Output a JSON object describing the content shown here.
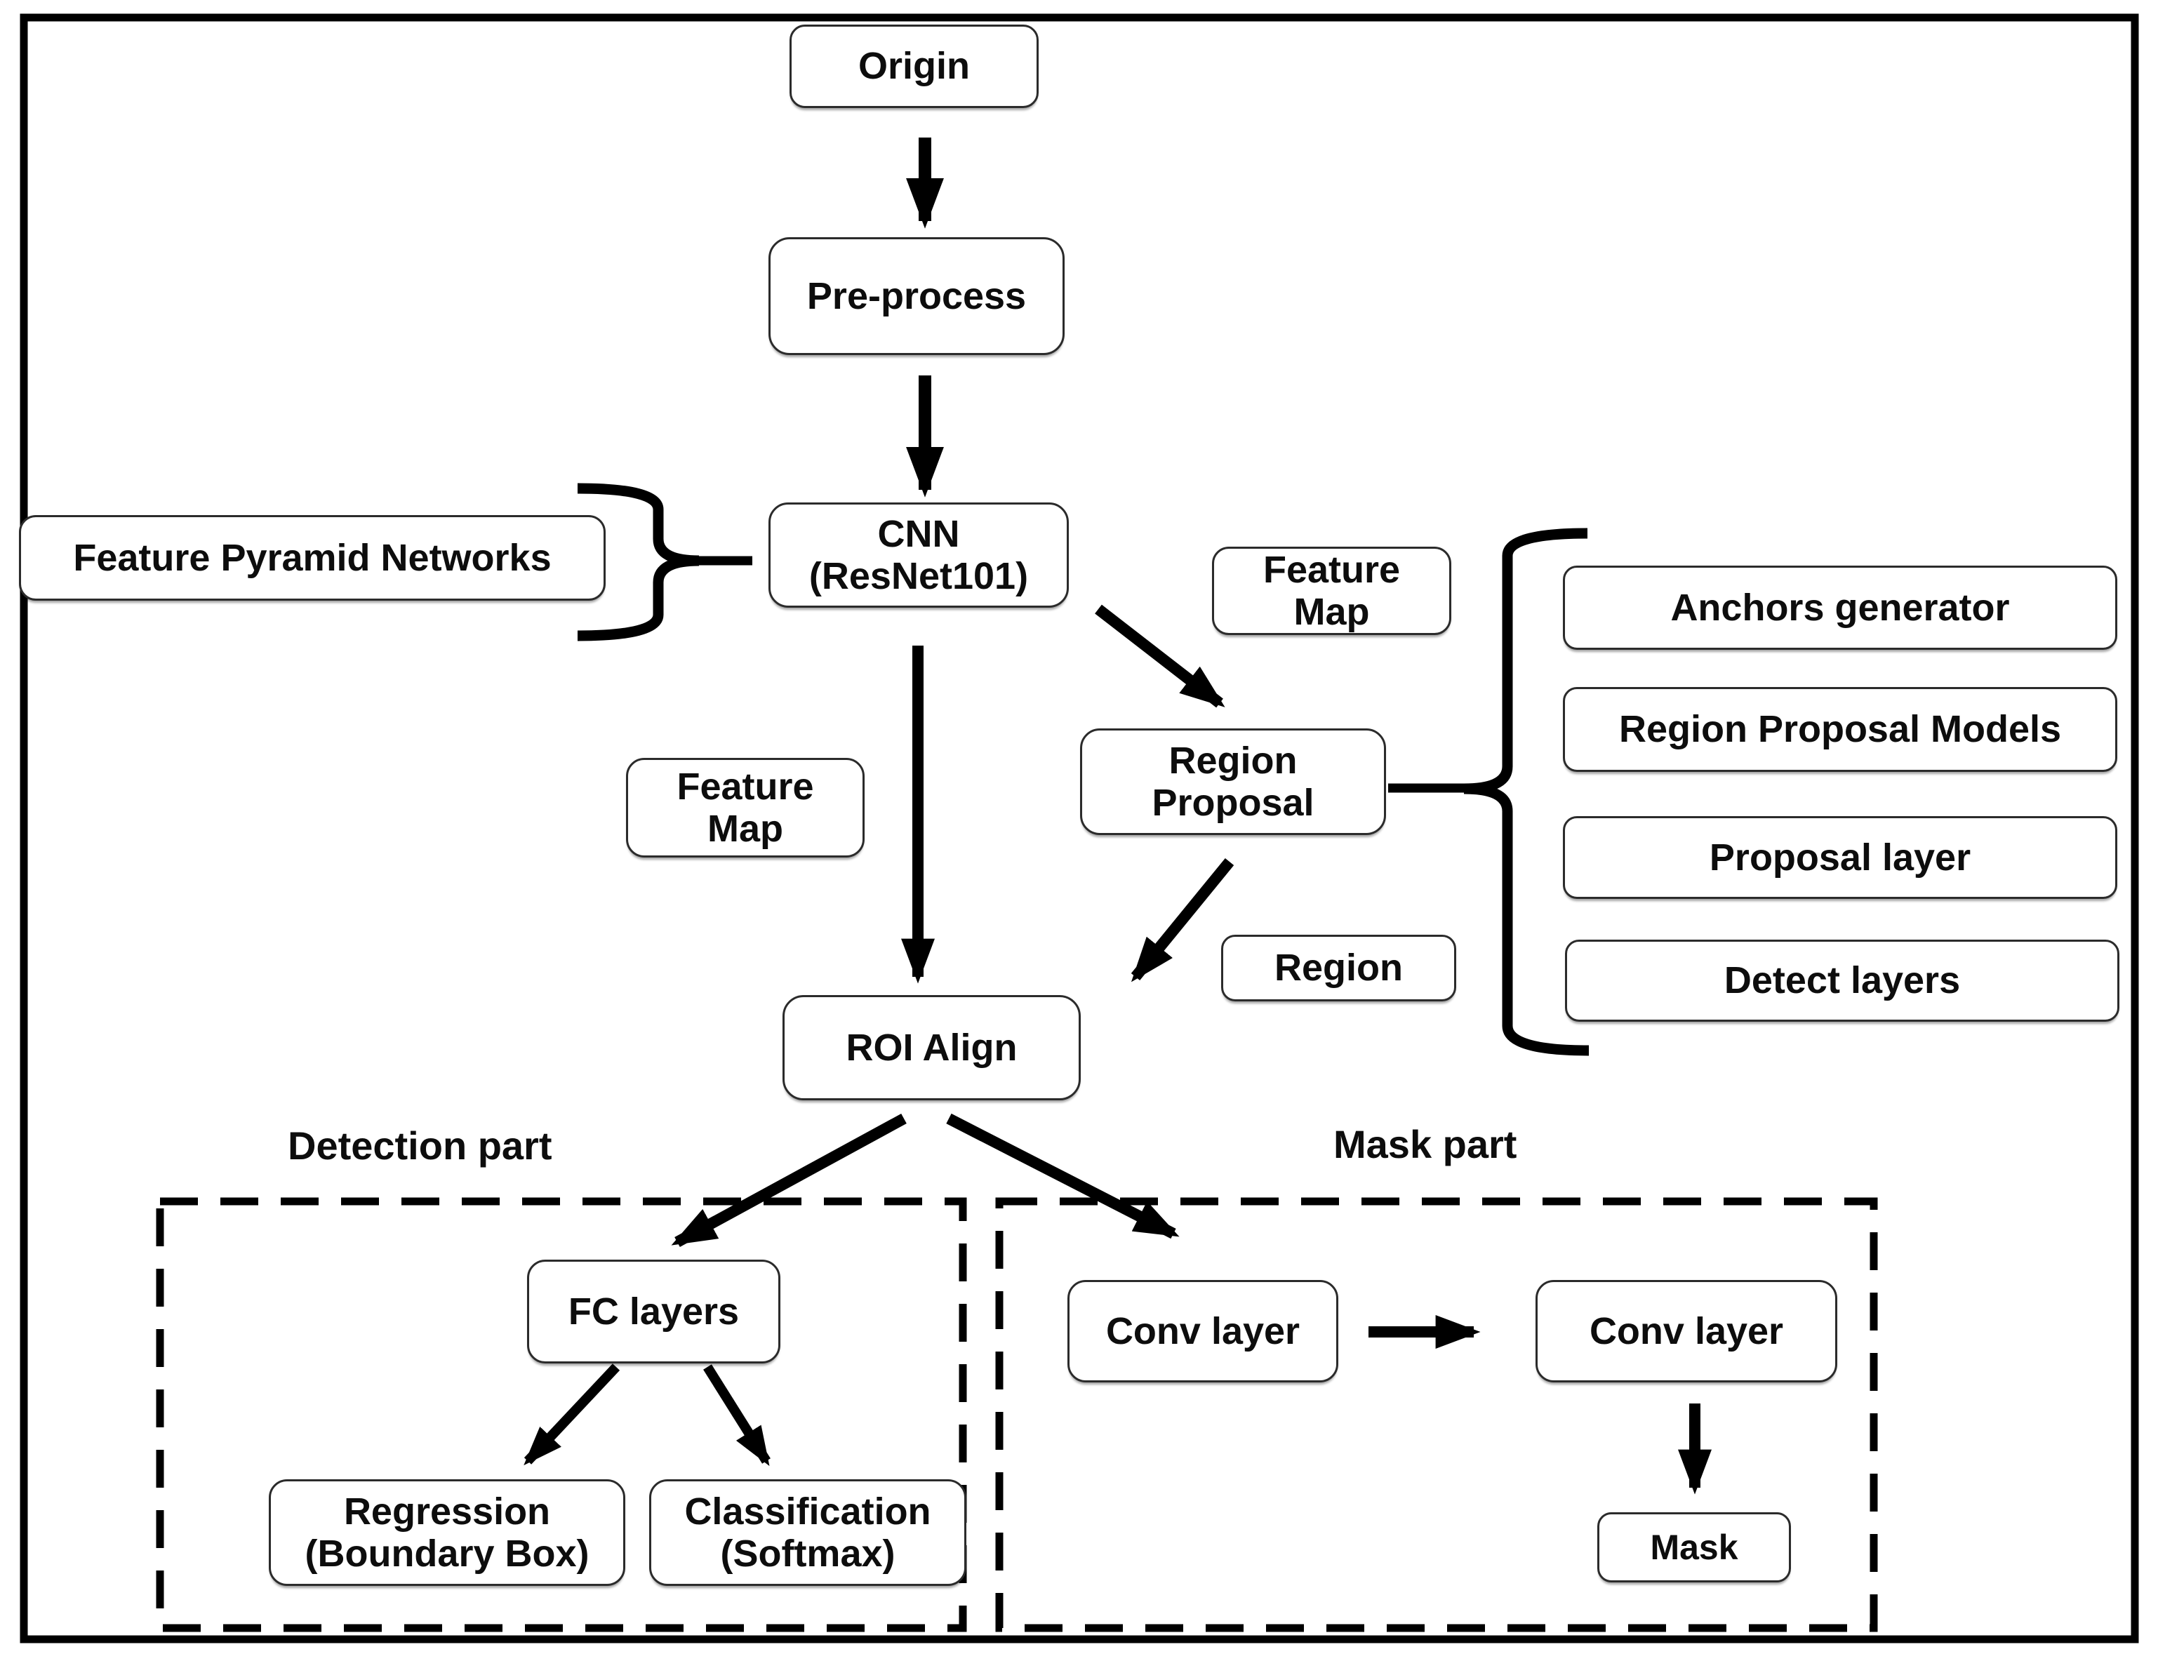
{
  "figure": {
    "colors": {
      "background": "#ffffff",
      "line": "#000000",
      "box_border": "#2b2b2b",
      "text": "#0d0d0d"
    }
  },
  "nodes": {
    "origin": {
      "label": "Origin"
    },
    "preprocess": {
      "label": "Pre-process"
    },
    "cnn": {
      "label": "CNN\n(ResNet101)"
    },
    "fpn": {
      "label": "Feature Pyramid Networks"
    },
    "feature_map_top": {
      "label": "Feature\nMap"
    },
    "region_proposal": {
      "label": "Region\nProposal"
    },
    "feature_map_left": {
      "label": "Feature\nMap"
    },
    "region": {
      "label": "Region"
    },
    "roi_align": {
      "label": "ROI Align"
    },
    "fc_layers": {
      "label": "FC layers"
    },
    "regression": {
      "label": "Regression\n(Boundary Box)"
    },
    "classification": {
      "label": "Classification\n(Softmax)"
    },
    "conv_layer_1": {
      "label": "Conv layer"
    },
    "conv_layer_2": {
      "label": "Conv layer"
    },
    "mask": {
      "label": "Mask"
    },
    "anchors_generator": {
      "label": "Anchors generator"
    },
    "region_proposal_models": {
      "label": "Region Proposal Models"
    },
    "proposal_layer": {
      "label": "Proposal layer"
    },
    "detect_layers": {
      "label": "Detect layers"
    }
  },
  "sections": {
    "detection": {
      "label": "Detection part"
    },
    "mask": {
      "label": "Mask part"
    }
  },
  "edges": [
    {
      "from": "origin",
      "to": "preprocess"
    },
    {
      "from": "preprocess",
      "to": "cnn"
    },
    {
      "from": "cnn",
      "to": "roi_align",
      "via_label": "feature_map_left"
    },
    {
      "from": "cnn",
      "to": "region_proposal",
      "via_label": "feature_map_top"
    },
    {
      "from": "region_proposal",
      "to": "roi_align",
      "via_label": "region"
    },
    {
      "from": "roi_align",
      "to": "fc_layers"
    },
    {
      "from": "roi_align",
      "to": "conv_layer_1"
    },
    {
      "from": "fc_layers",
      "to": "regression"
    },
    {
      "from": "fc_layers",
      "to": "classification"
    },
    {
      "from": "conv_layer_1",
      "to": "conv_layer_2"
    },
    {
      "from": "conv_layer_2",
      "to": "mask"
    },
    {
      "brace": "fpn_to_cnn",
      "from": "fpn",
      "to": "cnn"
    },
    {
      "brace": "region_proposal_to_stack",
      "from": "region_proposal",
      "to": [
        "anchors_generator",
        "region_proposal_models",
        "proposal_layer",
        "detect_layers"
      ]
    }
  ]
}
